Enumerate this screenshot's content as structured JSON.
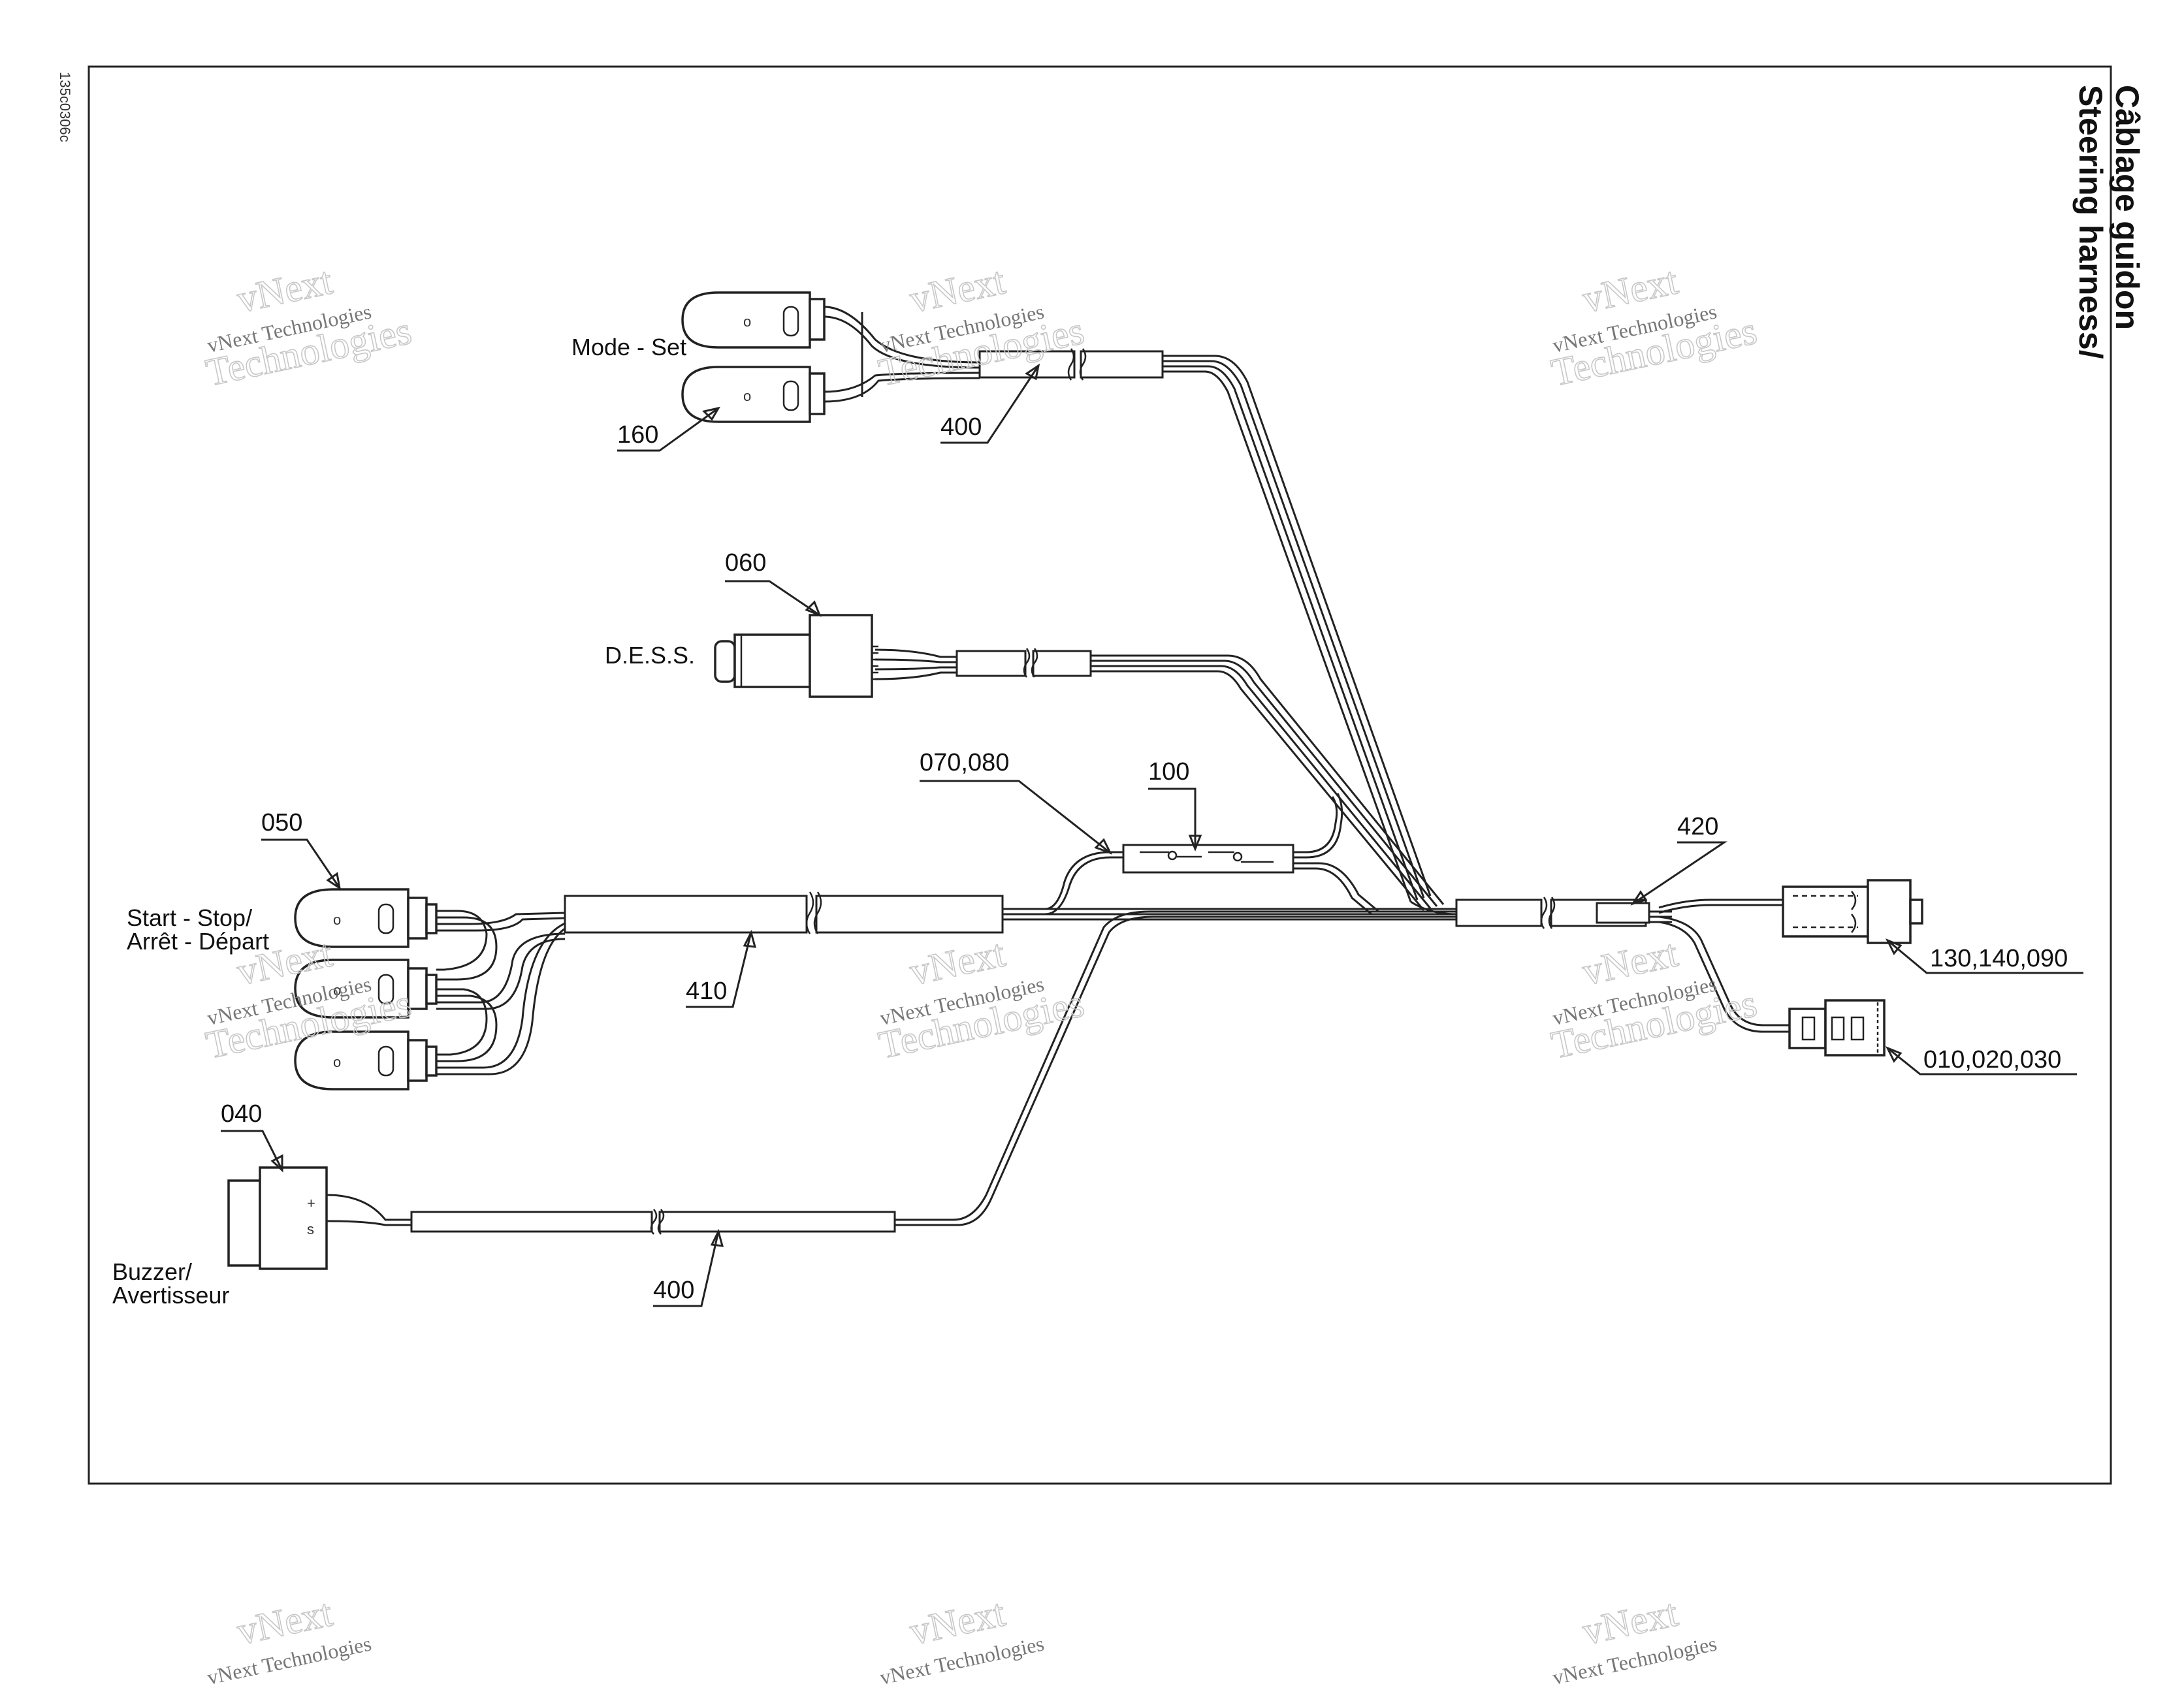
{
  "drawing_code": "135c0306c",
  "title_line1": "Steering harness/",
  "title_line2": "Câblage guidon",
  "labels": {
    "mode_set": "Mode - Set",
    "dess": "D.E.S.S.",
    "start_stop_1": "Start - Stop/",
    "start_stop_2": "Arrêt - Départ",
    "buzzer_1": "Buzzer/",
    "buzzer_2": "Avertisseur"
  },
  "callouts": {
    "c160": "160",
    "c400_top": "400",
    "c060": "060",
    "c070_080": "070,080",
    "c100": "100",
    "c050": "050",
    "c410": "410",
    "c420": "420",
    "c130": "130,140,090",
    "c010": "010,020,030",
    "c040": "040",
    "c400_bottom": "400"
  },
  "watermark": {
    "line1": "vNext",
    "line2": "vNext Technologies",
    "line3": "Technologies"
  }
}
